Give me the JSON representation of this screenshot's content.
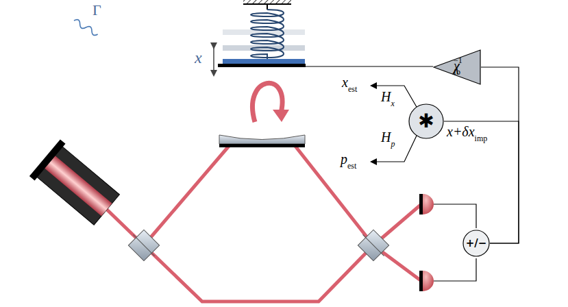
{
  "diagram": {
    "nodes": [
      {
        "text": [
          "χ",
          "fb",
          "−1"
        ]
      },
      {
        "text": [
          "✱"
        ]
      },
      {
        "text": [
          "+/−"
        ]
      }
    ],
    "edges": [
      {
        "from": 2,
        "to": 0,
        "arrow": "none"
      },
      {
        "from": 2,
        "to": 1,
        "arrow": "none"
      }
    ],
    "labels": [
      "Γ",
      "x",
      "x",
      "est",
      "H",
      "x",
      "H",
      "p",
      "p",
      "est",
      "x+δx",
      "imp"
    ]
  }
}
